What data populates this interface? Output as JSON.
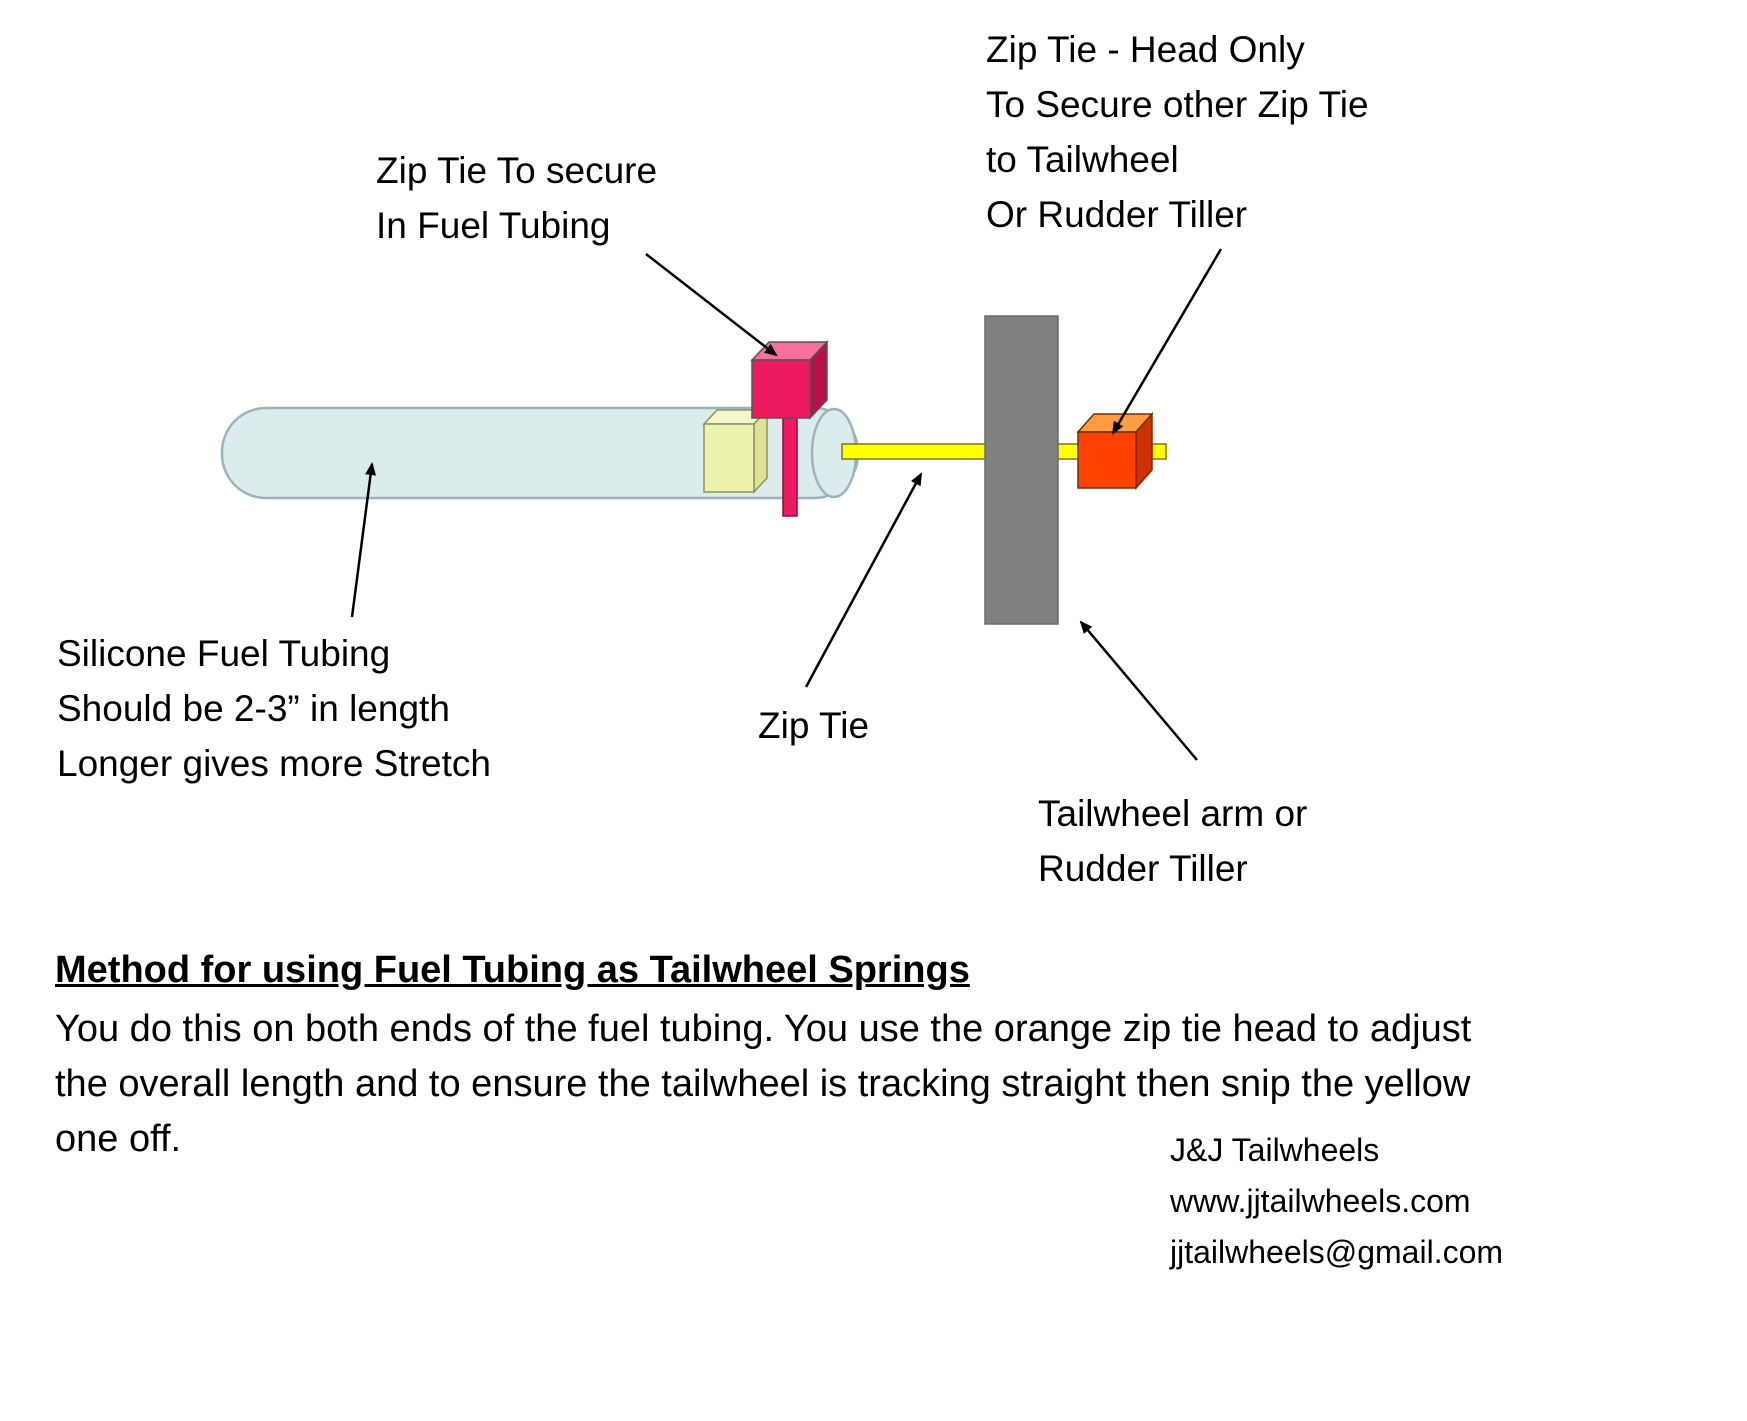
{
  "colors": {
    "background": "#ffffff",
    "tube_fill": "#dceced",
    "tube_stroke": "#9bb4ba",
    "inner_box_front": "#edf2ae",
    "inner_box_top": "#f5f8cd",
    "inner_box_side": "#dde294",
    "pink_zip_front": "#ed1a60",
    "pink_zip_top": "#f76fa0",
    "pink_zip_side": "#b5124a",
    "orange_zip_front": "#ff4200",
    "orange_zip_top": "#ff9d40",
    "orange_zip_side": "#cc3300",
    "zip_tie_yellow": "#ffff00",
    "arm_gray": "#808080"
  },
  "annotations": {
    "pink_zip_tie": {
      "lines": [
        "Zip Tie To secure",
        "In Fuel Tubing"
      ]
    },
    "orange_zip_tie": {
      "lines": [
        "Zip Tie - Head Only",
        "To Secure other Zip Tie",
        "to Tailwheel",
        "Or Rudder Tiller"
      ]
    },
    "fuel_tubing": {
      "lines": [
        "Silicone Fuel Tubing",
        "Should be 2-3” in length",
        "Longer gives more Stretch"
      ]
    },
    "yellow_zip_tie": {
      "lines": [
        "Zip Tie"
      ]
    },
    "tailwheel_arm": {
      "lines": [
        "Tailwheel arm or",
        "Rudder Tiller"
      ]
    }
  },
  "instructions": {
    "heading": "Method for using Fuel Tubing as Tailwheel Springs",
    "body": "You do this on both ends of the fuel tubing.  You use the orange zip tie head to adjust the overall length and to ensure the tailwheel is tracking straight then snip the yellow one off."
  },
  "contact": {
    "company": "J&J Tailwheels",
    "website": "www.jjtailwheels.com",
    "email": "jjtailwheels@gmail.com"
  }
}
